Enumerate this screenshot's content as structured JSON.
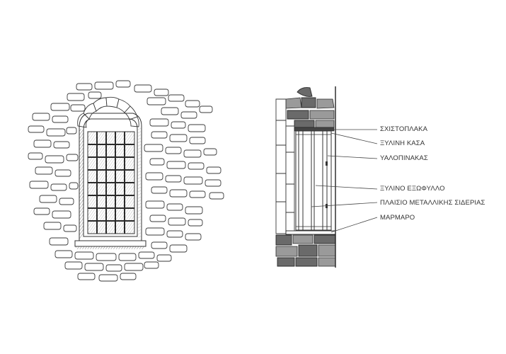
{
  "section_labels": {
    "slate_lintel": "ΣΧΙΣΤΟΠΛΑΚΑ",
    "wooden_frame": "ΞΥΛΙΝΗ ΚΑΣΑ",
    "glass_pane": "ΥΑΛΟΠΙΝΑΚΑΣ",
    "wooden_shutter": "ΞΥΛΙΝΟ ΕΞΩΦΥΛΛΟ",
    "iron_grille_frame": "ΠΛΑΙΣΙΟ ΜΕΤΑΛΛΙΚΗΣ ΣΙΔΕΡΙΑΣ",
    "marble_sill": "ΜΑΡΜΑΡΟ"
  },
  "colors": {
    "pencil": "#333333",
    "shading_dark": "#6a6a6a",
    "paper": "#ffffff"
  }
}
